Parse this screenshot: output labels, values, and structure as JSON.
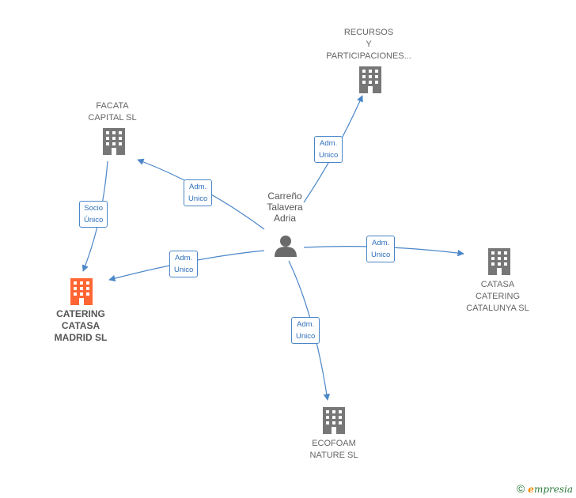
{
  "colors": {
    "edge": "#4a86c8",
    "company": "#777777",
    "company_primary": "#ff6633",
    "person": "#6a6a6a"
  },
  "person": {
    "name": "Carreño\nTalavera\nAdria",
    "icon": "person-icon"
  },
  "companies": [
    {
      "id": "recursos",
      "label": "RECURSOS\nY\nPARTICIPACIONES...",
      "icon": "building-icon",
      "primary": false
    },
    {
      "id": "facata",
      "label": "FACATA\nCAPITAL  SL",
      "icon": "building-icon",
      "primary": false
    },
    {
      "id": "catering-madrid",
      "label": "CATERING\nCATASA\nMADRID  SL",
      "icon": "building-icon",
      "primary": true
    },
    {
      "id": "catasa-catalunya",
      "label": "CATASA\nCATERING\nCATALUNYA  SL",
      "icon": "building-icon",
      "primary": false
    },
    {
      "id": "ecofoam",
      "label": "ECOFOAM\nNATURE  SL",
      "icon": "building-icon",
      "primary": false
    }
  ],
  "relations": [
    {
      "from": "person",
      "to": "recursos",
      "label": "Adm.\nUnico"
    },
    {
      "from": "person",
      "to": "facata",
      "label": "Adm.\nUnico"
    },
    {
      "from": "person",
      "to": "catering-madrid",
      "label": "Adm.\nUnico"
    },
    {
      "from": "person",
      "to": "catasa-catalunya",
      "label": "Adm.\nUnico"
    },
    {
      "from": "person",
      "to": "ecofoam",
      "label": "Adm.\nUnico"
    },
    {
      "from": "facata",
      "to": "catering-madrid",
      "label": "Socio\nÚnico"
    }
  ],
  "footer": {
    "copyright": "©",
    "brand_first": "e",
    "brand_rest": "mpresia"
  }
}
